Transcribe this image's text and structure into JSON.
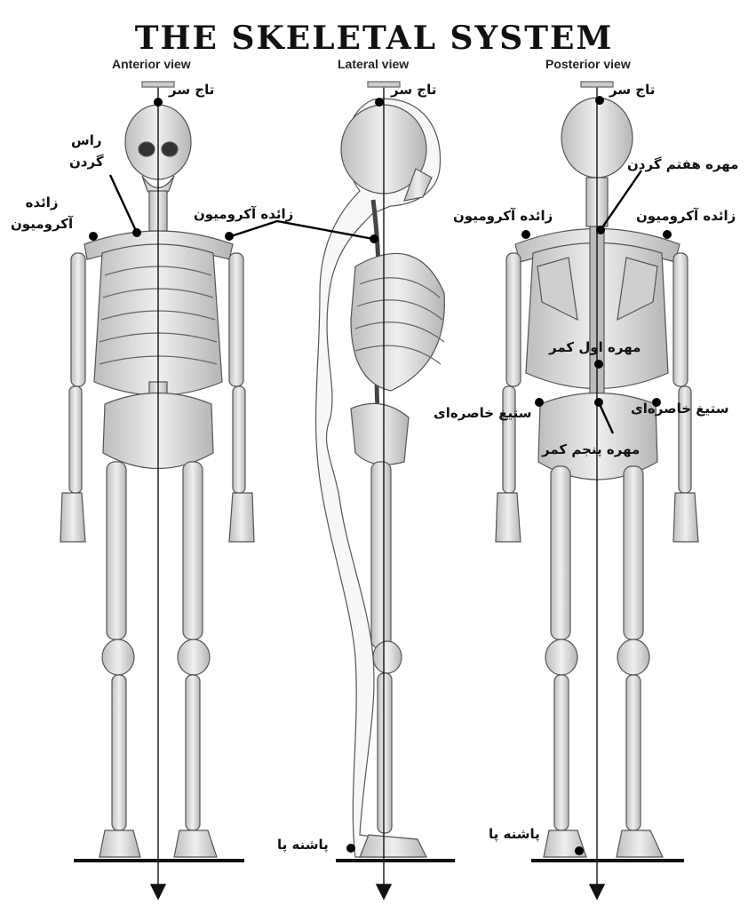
{
  "title": "THE SKELETAL SYSTEM",
  "views": {
    "anterior": "Anterior view",
    "lateral": "Lateral view",
    "posterior": "Posterior view"
  },
  "labels": {
    "vertex_ant": "تاج سر",
    "vertex_lat": "تاج سر",
    "vertex_post": "تاج سر",
    "neck_root": "راس\nگردن",
    "acromion_ant_left": "زائده\nآکرومیون",
    "acromion_ant_right": "زائده آکرومیون",
    "c7": "مهره هفتم گردن",
    "acromion_post_left": "زائده آکرومیون",
    "acromion_post_right": "زائده آکرومیون",
    "l1": "مهره اول کمر",
    "iliac_left": "ستیغ خاصره‌ای",
    "iliac_right": "ستیغ خاصره‌ای",
    "l5": "مهره پنجم کمر",
    "heel_lat": "پاشنه پا",
    "heel_post": "پاشنه پا"
  },
  "colors": {
    "ink": "#111111",
    "bone": "#d9d9d9",
    "bone_dark": "#9a9a9a",
    "bg": "#ffffff"
  }
}
